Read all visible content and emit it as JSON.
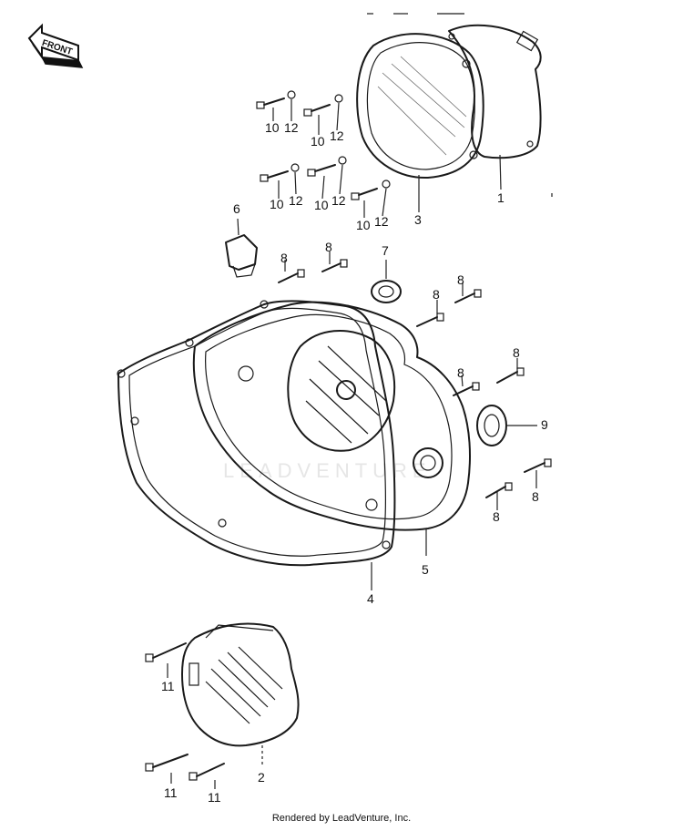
{
  "front_label": "FRONT",
  "watermark": "LEADVENTURE",
  "footer": "Rendered by LeadVenture, Inc.",
  "callouts": {
    "c1": "1",
    "c2": "2",
    "c3": "3",
    "c4": "4",
    "c5": "5",
    "c6": "6",
    "c7": "7",
    "c9": "9",
    "c8a": "8",
    "c8b": "8",
    "c8c": "8",
    "c8d": "8",
    "c8e": "8",
    "c8f": "8",
    "c8g": "8",
    "c8h": "8",
    "c10a": "10",
    "c10b": "10",
    "c10c": "10",
    "c10d": "10",
    "c10e": "10",
    "c12a": "12",
    "c12b": "12",
    "c12c": "12",
    "c12d": "12",
    "c12e": "12",
    "c11a": "11",
    "c11b": "11",
    "c11c": "11"
  }
}
